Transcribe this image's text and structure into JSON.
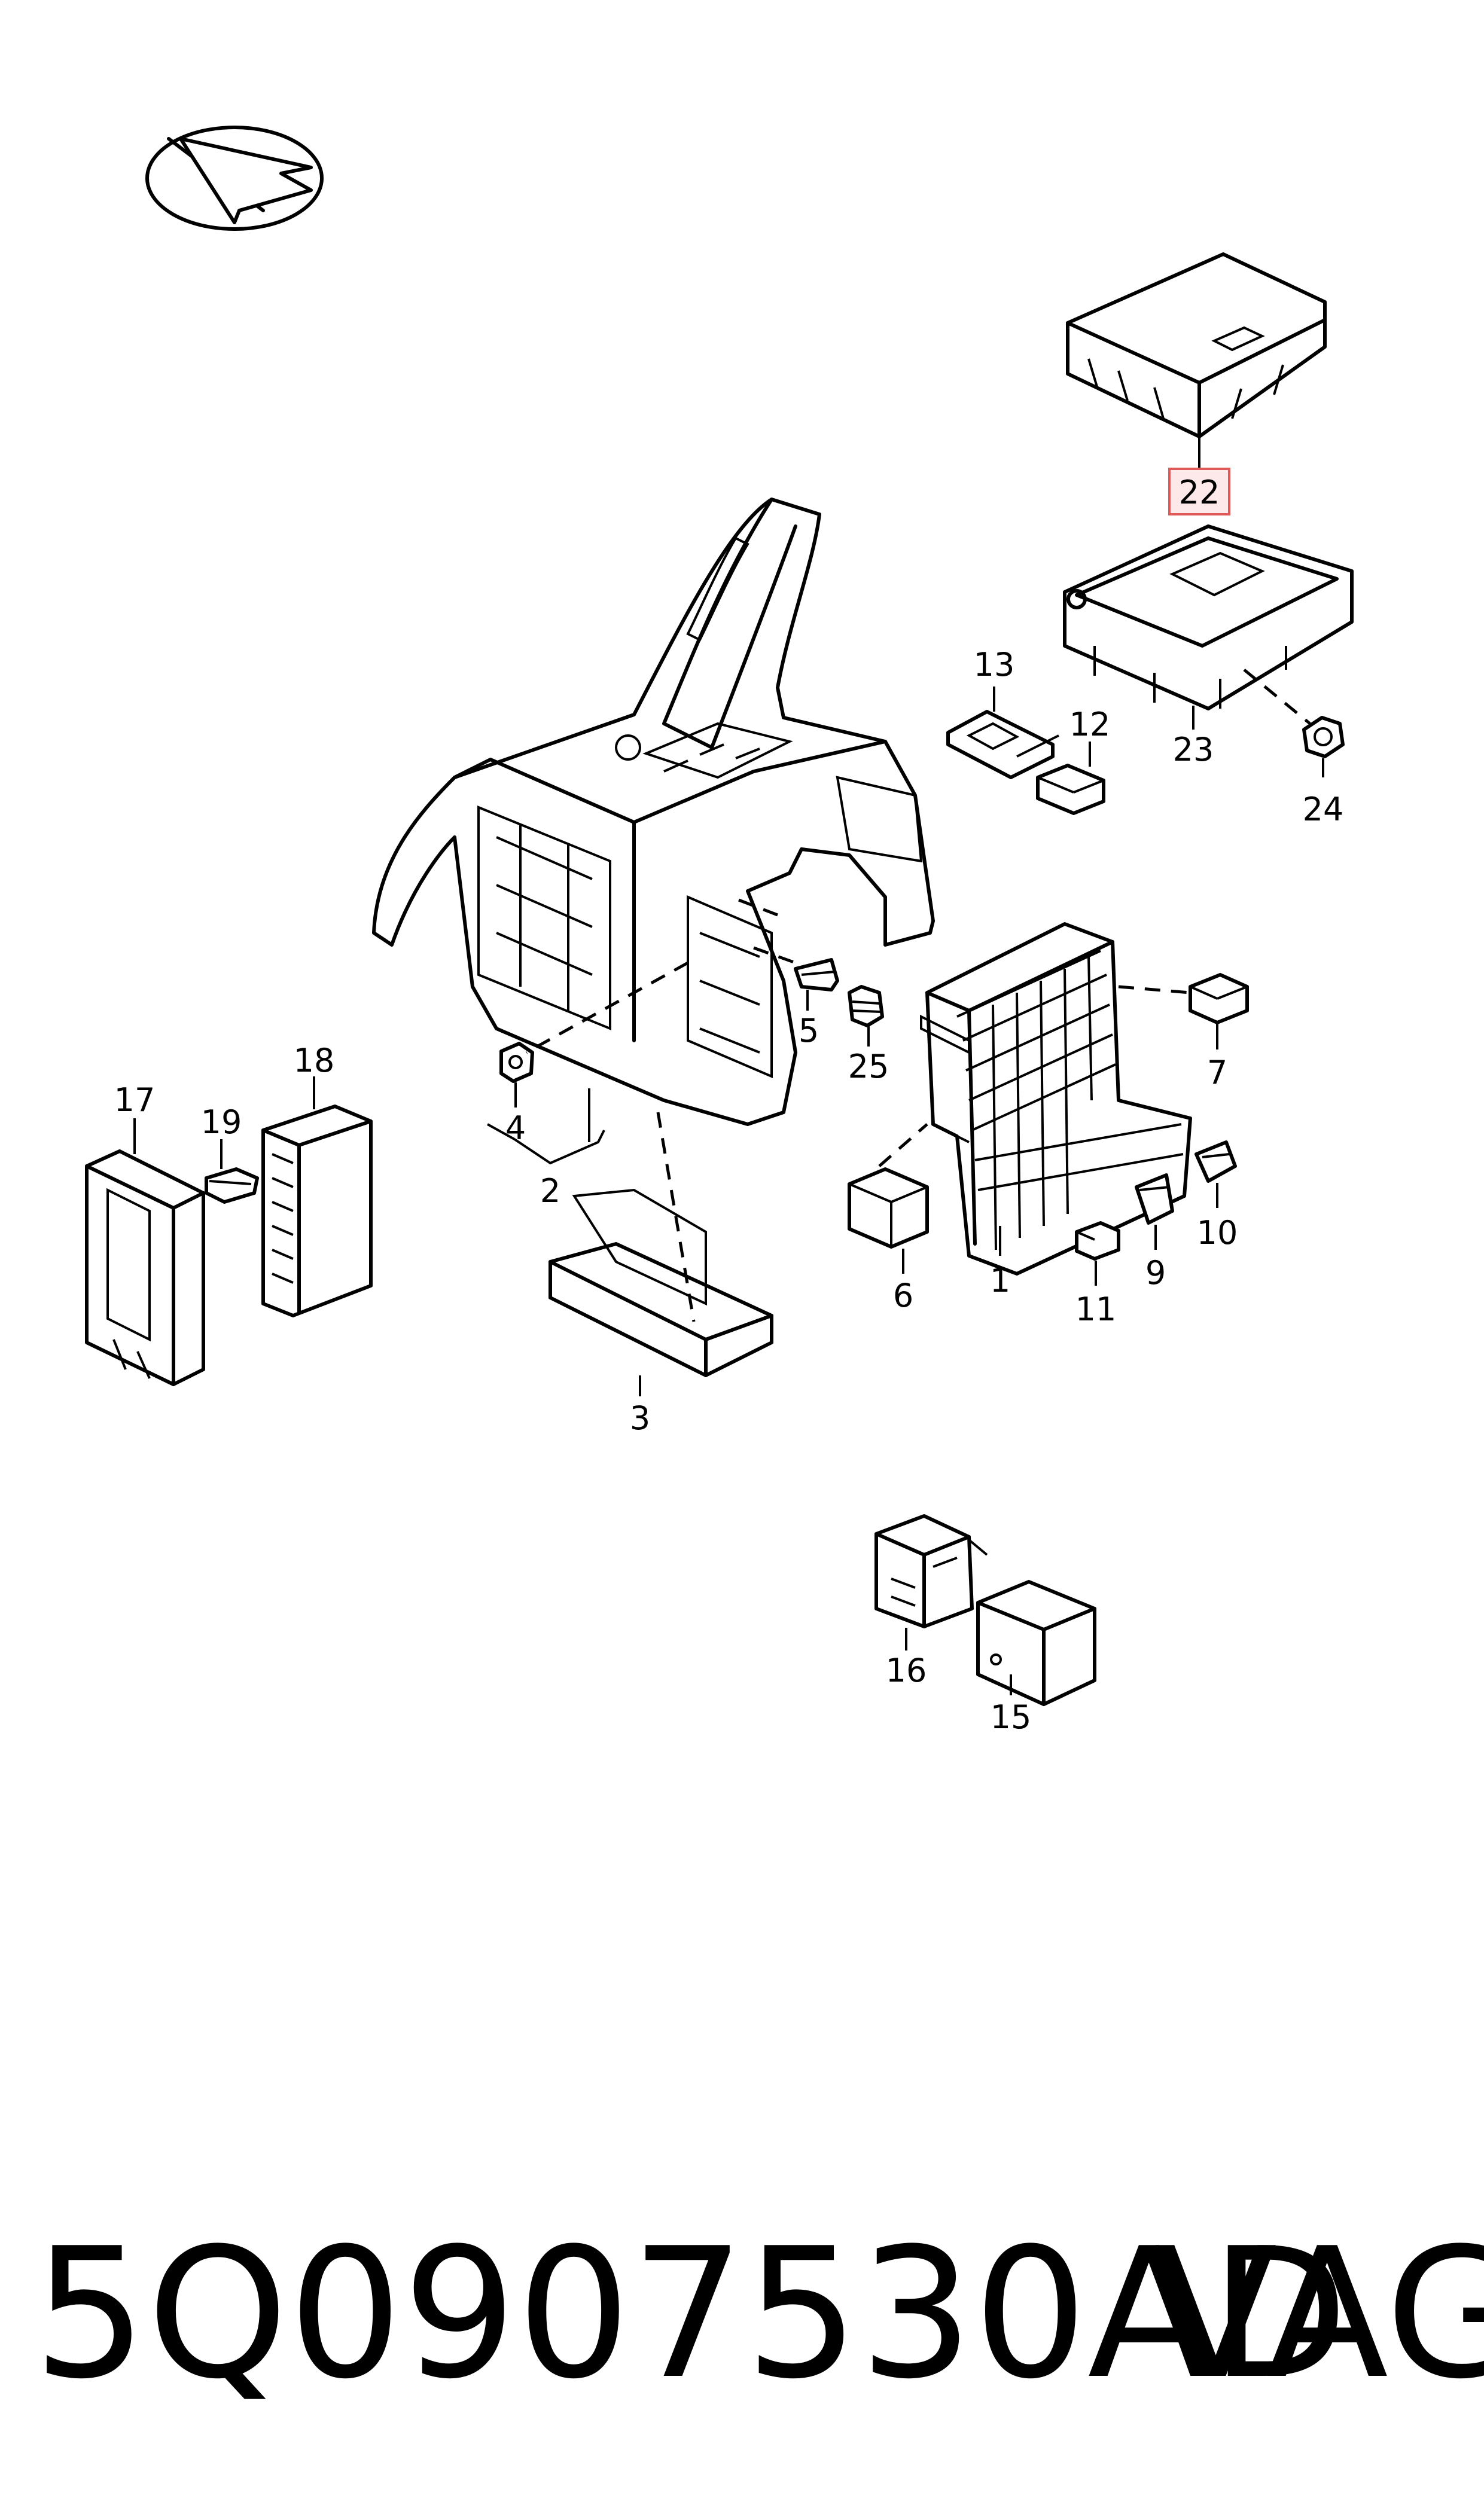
{
  "diagram": {
    "callouts": {
      "c1": "1",
      "c2": "2",
      "c3": "3",
      "c4": "4",
      "c5": "5",
      "c6": "6",
      "c7": "7",
      "c9": "9",
      "c10": "10",
      "c11": "11",
      "c12": "12",
      "c13": "13",
      "c15": "15",
      "c16": "16",
      "c17": "17",
      "c18": "18",
      "c19": "19",
      "c22": "22",
      "c23": "23",
      "c24": "24",
      "c25": "25"
    },
    "highlighted_callout": "22",
    "highlight_color": "#e05a5a"
  },
  "footer": {
    "part_number": "5Q0907530AD",
    "brand": "VAG"
  }
}
